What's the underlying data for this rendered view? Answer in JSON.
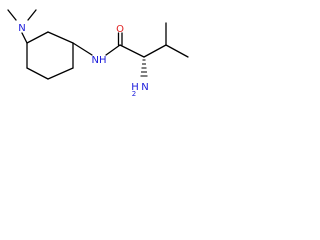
{
  "molecule": {
    "labels": {
      "dimethylamino_n": "N",
      "amide_nh": "NH",
      "carbonyl_o": "O",
      "amine_h": "H",
      "amine_n": "N",
      "amine_sub": "2"
    },
    "colors": {
      "bond": "#000000",
      "nitrogen": "#1a1adb",
      "oxygen": "#e02020"
    },
    "stereo": "wedge-icon"
  }
}
